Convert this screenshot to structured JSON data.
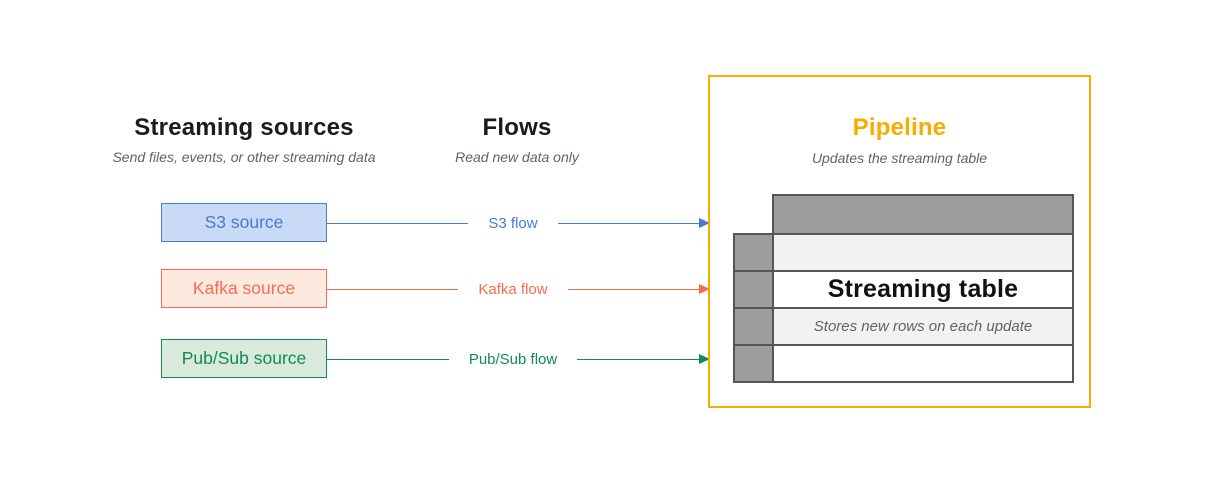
{
  "columns": {
    "sources": {
      "title": "Streaming sources",
      "subtitle": "Send files, events, or other streaming data"
    },
    "flows": {
      "title": "Flows",
      "subtitle": "Read new data only"
    }
  },
  "sources": [
    {
      "id": "s3",
      "label": "S3 source",
      "flow_label": "S3 flow",
      "color": "#4a79d1",
      "fill": "#c9daf6"
    },
    {
      "id": "kafka",
      "label": "Kafka source",
      "flow_label": "Kafka flow",
      "color": "#f96c52",
      "fill": "#fde9dd"
    },
    {
      "id": "pubsub",
      "label": "Pub/Sub source",
      "flow_label": "Pub/Sub flow",
      "color": "#118a55",
      "fill": "#d9e9dd"
    }
  ],
  "pipeline": {
    "title": "Pipeline",
    "subtitle": "Updates the streaming table",
    "border_color": "#f9ab00",
    "table": {
      "title": "Streaming table",
      "caption": "Stores new rows on each update",
      "header_fill": "#9d9d9d",
      "light_row_fill": "#f2f2f2"
    }
  }
}
